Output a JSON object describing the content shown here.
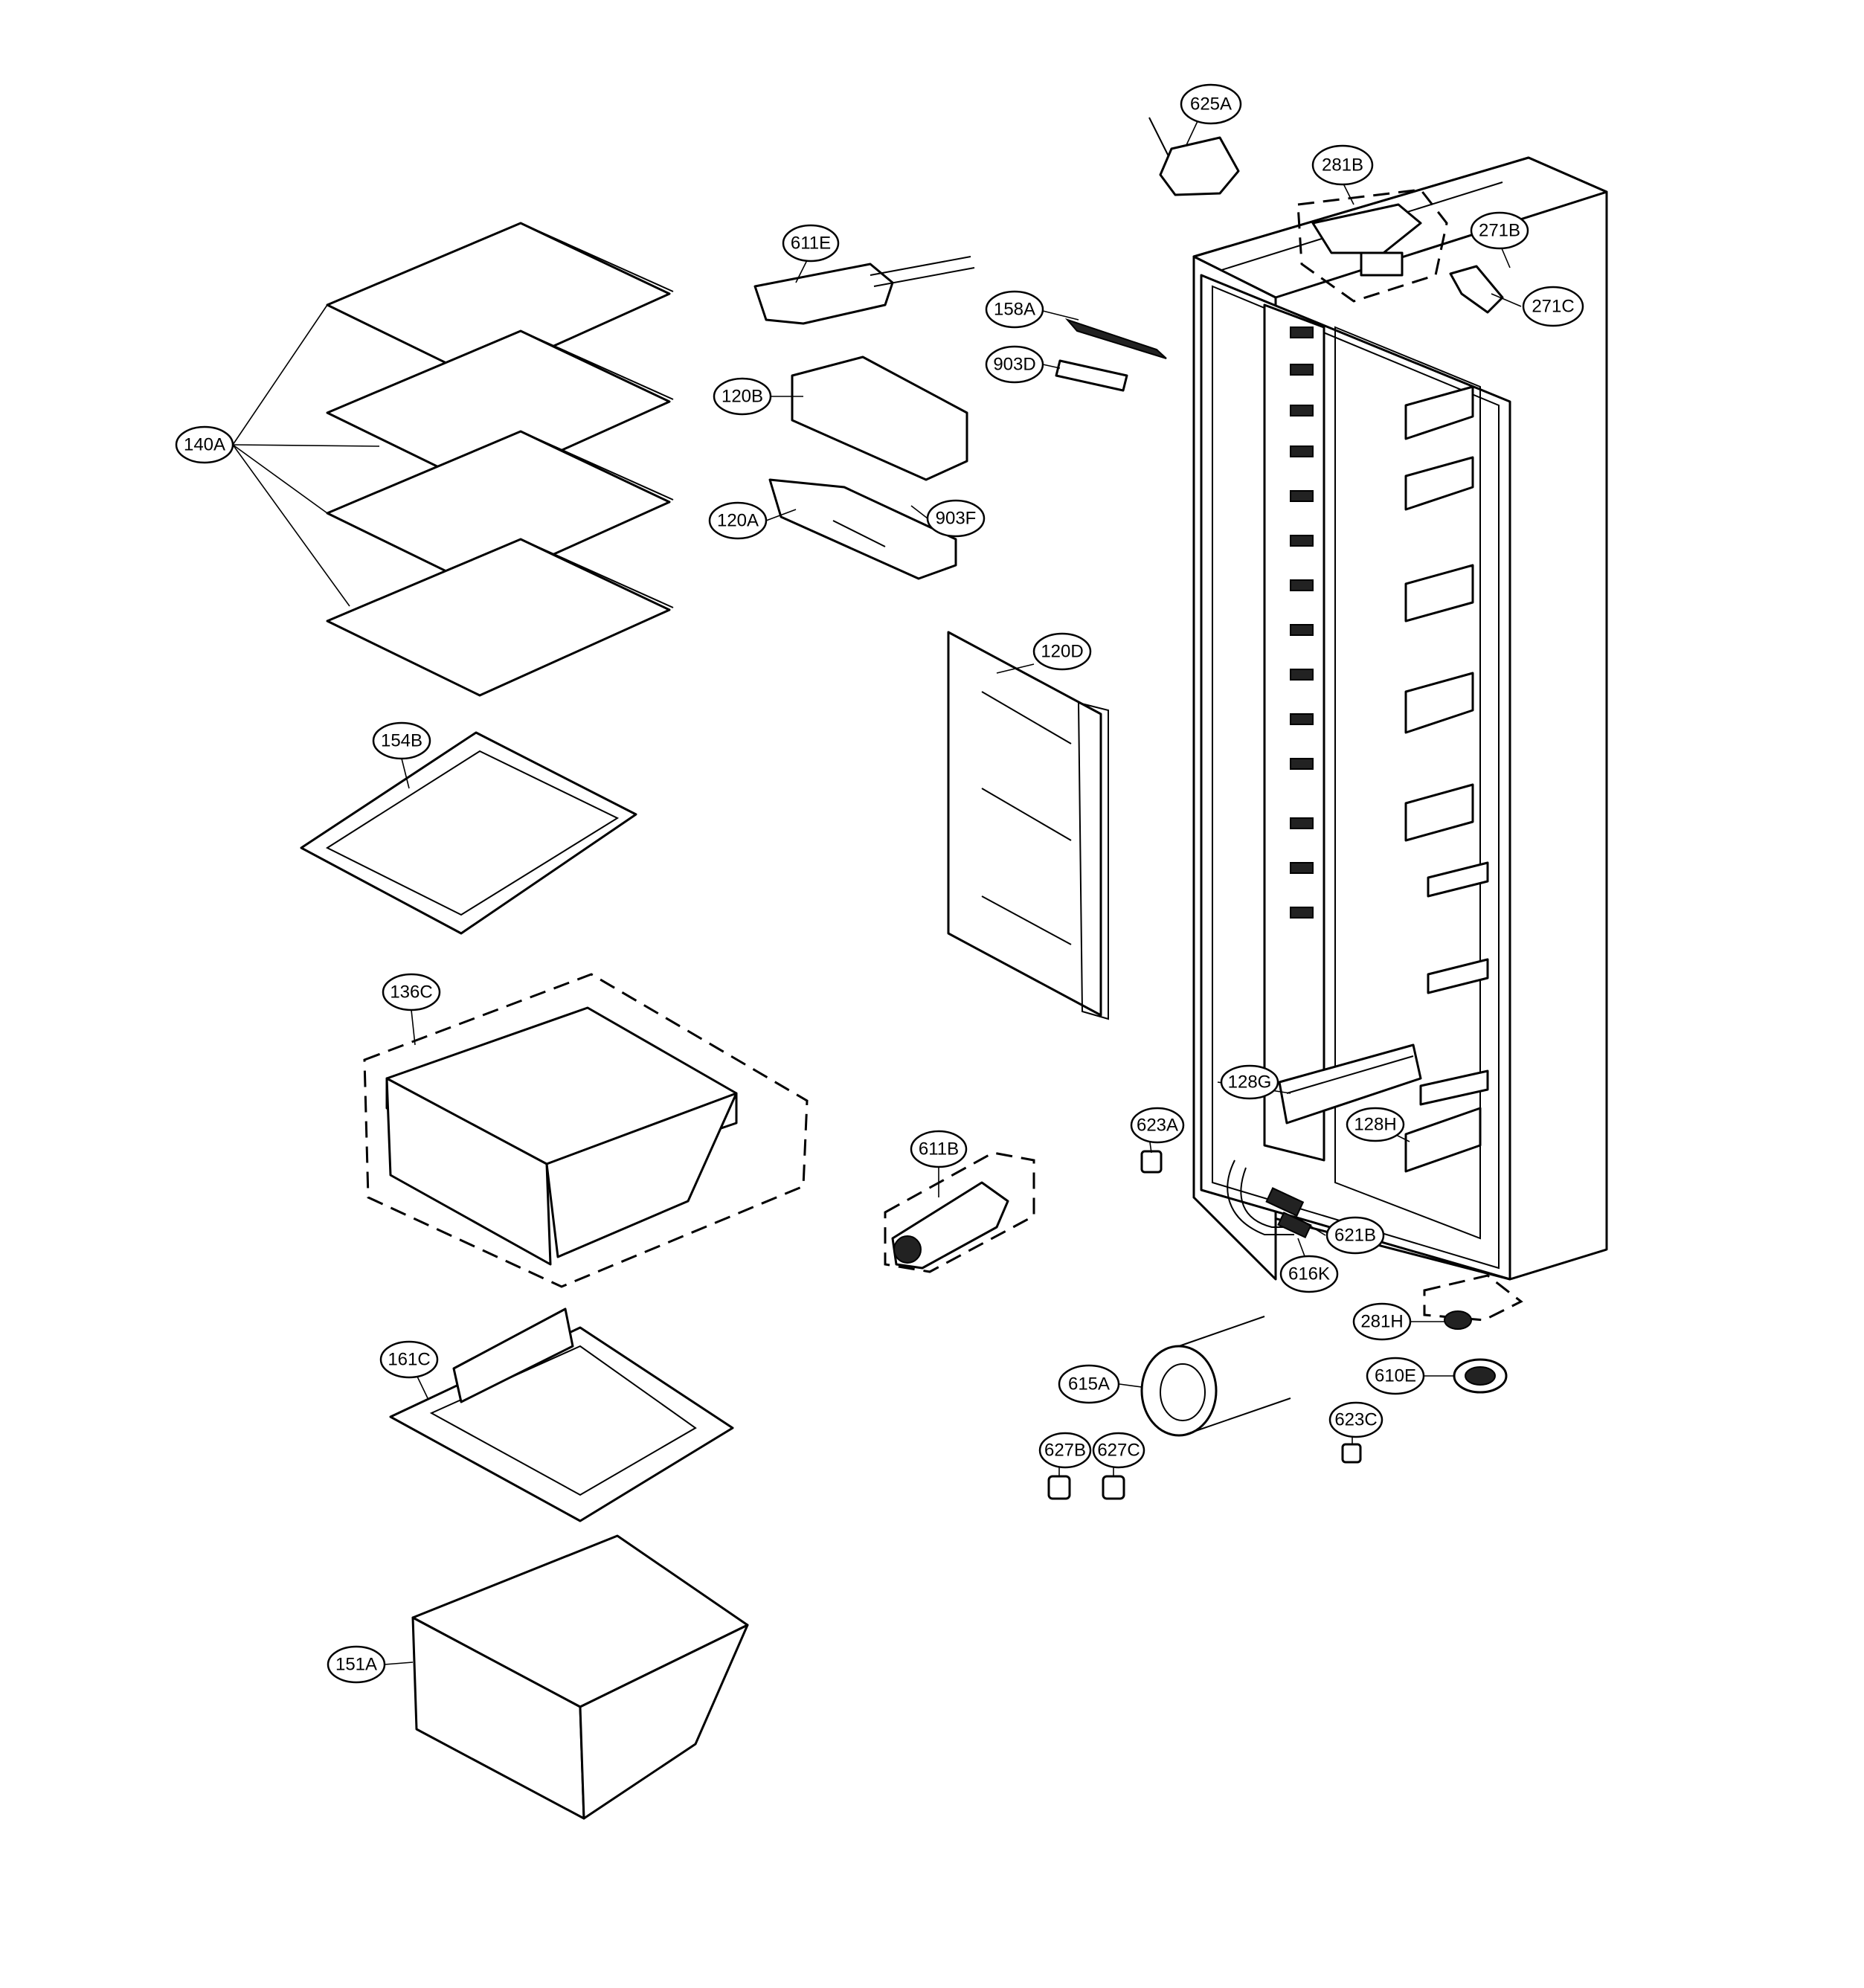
{
  "callouts": {
    "c625A": "625A",
    "c281B": "281B",
    "c271B": "271B",
    "c271C": "271C",
    "c611E": "611E",
    "c158A": "158A",
    "c903D": "903D",
    "c120B": "120B",
    "c140A": "140A",
    "c120A": "120A",
    "c903F": "903F",
    "c120D": "120D",
    "c154B": "154B",
    "c136C": "136C",
    "c128G": "128G",
    "c128H": "128H",
    "c623A": "623A",
    "c611B": "611B",
    "c621B": "621B",
    "c616K": "616K",
    "c281H": "281H",
    "c161C": "161C",
    "c615A": "615A",
    "c610E": "610E",
    "c623C": "623C",
    "c627B": "627B",
    "c627C": "627C",
    "c151A": "151A"
  }
}
